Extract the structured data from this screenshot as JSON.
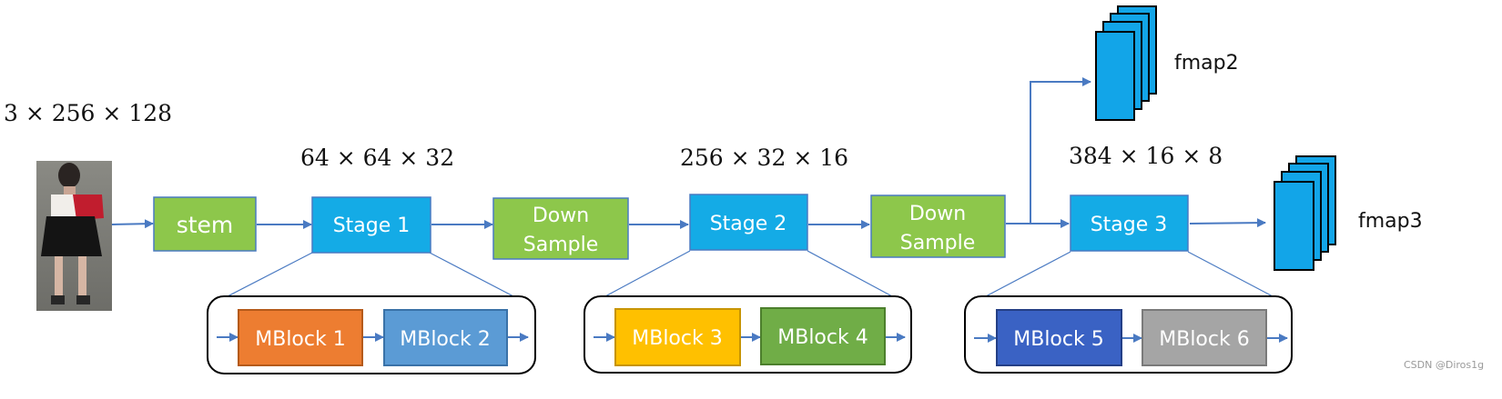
{
  "dimensions": {
    "input": "3 × 256 × 128",
    "stage1": "64 × 64 × 32",
    "stage2": "256 × 32 × 16",
    "stage3": "384 × 16 × 8"
  },
  "main_blocks": {
    "stem": "stem",
    "stage1": "Stage 1",
    "down1_line1": "Down",
    "down1_line2": "Sample",
    "stage2": "Stage 2",
    "down2_line1": "Down",
    "down2_line2": "Sample",
    "stage3": "Stage 3"
  },
  "mblocks": {
    "m1": "MBlock 1",
    "m2": "MBlock 2",
    "m3": "MBlock 3",
    "m4": "MBlock 4",
    "m5": "MBlock 5",
    "m6": "MBlock 6"
  },
  "outputs": {
    "fmap2": "fmap2",
    "fmap3": "fmap3"
  },
  "watermark": "CSDN @Diros1g",
  "colors": {
    "green_block": "#8dc74b",
    "blue_block": "#14abe6",
    "arrow": "#4a7ac2",
    "mblock1": "#ed7d31",
    "mblock2": "#5b9bd5",
    "mblock3": "#ffc000",
    "mblock4": "#70ad47",
    "mblock5": "#3a62c4",
    "mblock6": "#a5a5a5"
  }
}
